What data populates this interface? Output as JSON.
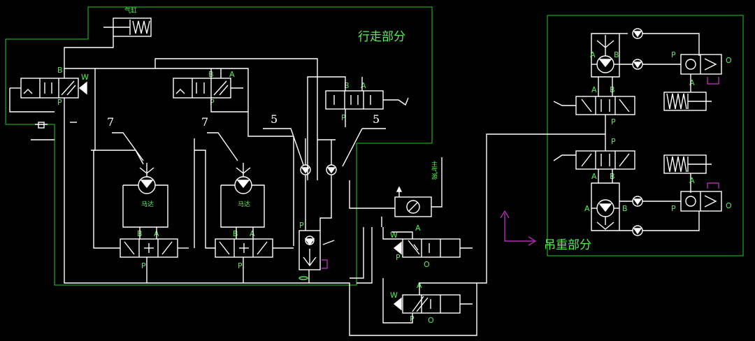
{
  "labels": {
    "travel_section": "行走部分",
    "hoist_section": "吊重部分",
    "cylinder_label": "气缸",
    "air_source": "主气源",
    "motor_label": "马达",
    "callout_7": "7",
    "callout_5": "5",
    "port_a": "A",
    "port_b": "B",
    "port_p": "P",
    "port_o": "O",
    "spring_w": "W"
  },
  "colors": {
    "background": "#000000",
    "lines": "#ffffff",
    "labels": "#55ee55",
    "boundary": "#22cc22",
    "accent": "#cc33cc"
  }
}
